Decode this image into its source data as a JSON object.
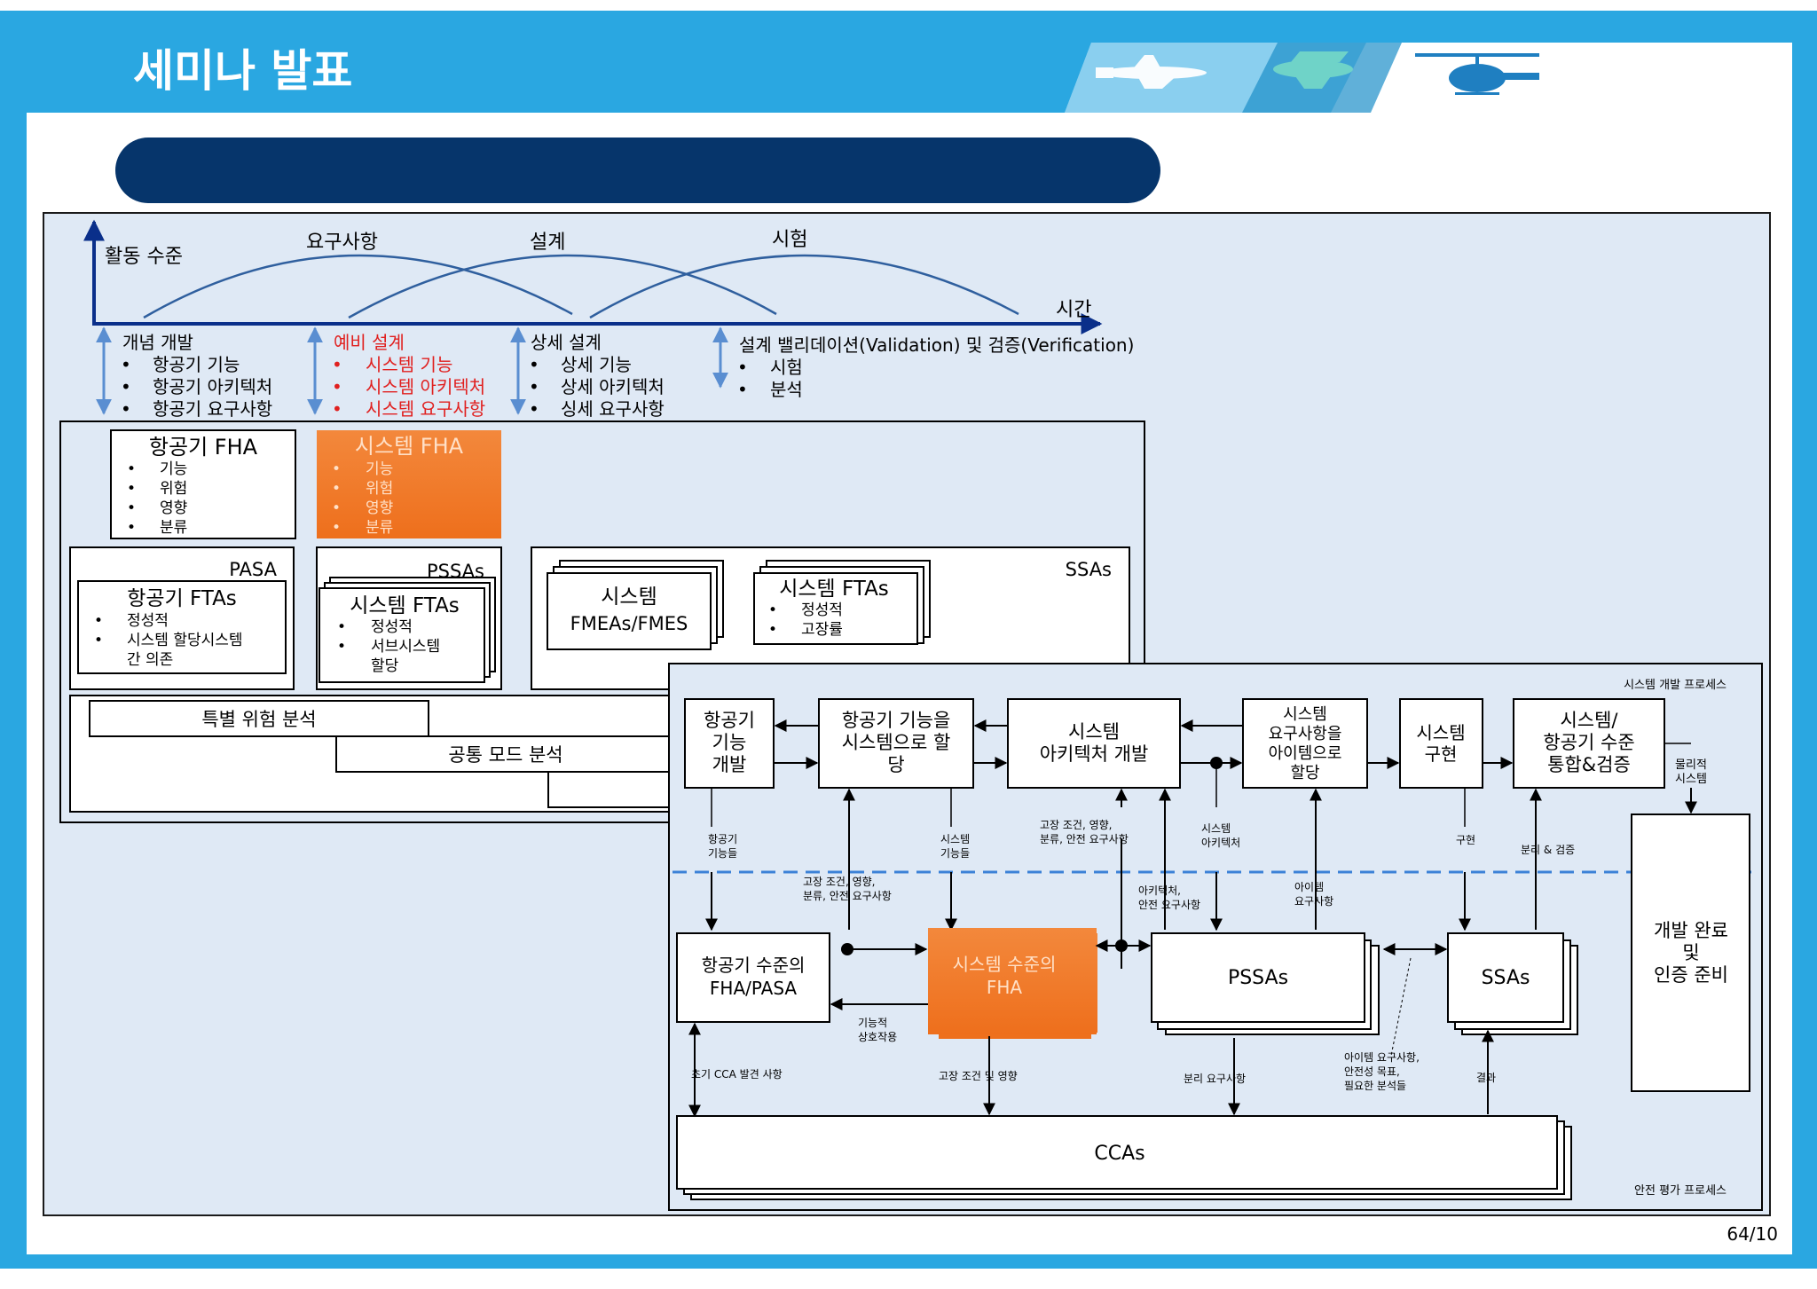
{
  "header": {
    "title": "세미나 발표"
  },
  "page_number": "64/10",
  "timeline": {
    "y_axis_label": "활동 수준",
    "x_axis_label": "시간",
    "curves": [
      "요구사항",
      "설계",
      "시험"
    ],
    "phases": [
      {
        "title": "개념 개발",
        "items": [
          "항공기 기능",
          "항공기 아키텍처",
          "항공기 요구사항"
        ]
      },
      {
        "title": "예비 설계",
        "items": [
          "시스템 기능",
          "시스템 아키텍처",
          "시스템 요구사항"
        ]
      },
      {
        "title": "상세 설계",
        "items": [
          "상세 기능",
          "상세 아키텍처",
          "싱세 요구사항"
        ]
      },
      {
        "title": "설계 밸리데이션(Validation) 및 검증(Verification)",
        "items": [
          "시험",
          "분석"
        ]
      }
    ]
  },
  "left_panel": {
    "aircraft_fha": {
      "title": "항공기 FHA",
      "items": [
        "기능",
        "위험",
        "영향",
        "분류"
      ]
    },
    "system_fha": {
      "title": "시스템 FHA",
      "items": [
        "기능",
        "위험",
        "영향",
        "분류"
      ]
    },
    "pasa": {
      "label": "PASA",
      "title": "항공기 FTAs",
      "items": [
        "정성적",
        "시스템 할당시스템 간 의존"
      ]
    },
    "pssas": {
      "label": "PSSAs",
      "title": "시스템 FTAs",
      "items": [
        "정성적",
        "서브시스템 할당"
      ]
    },
    "ssas": {
      "label": "SSAs",
      "fmea_title": "시스템 FMEAs/FMES",
      "fta_title": "시스템 FTAs",
      "fta_items": [
        "정성적",
        "고장률"
      ]
    },
    "special_risk": "특별 위험 분석",
    "common_mode": "공통 모드 분석"
  },
  "process": {
    "dev_process_label": "시스템 개발 프로세스",
    "safety_process_label": "안전 평가 프로세스",
    "top_boxes": [
      "항공기 기능 개발",
      "항공기 기능을 시스템으로 할당",
      "시스템 아키텍처 개발",
      "시스템 요구사항을 아이템으로 할당",
      "시스템 구현",
      "시스템/ 항공기 수준 통합&검증"
    ],
    "physical_system": "물리적 시스템",
    "completion_box": "개발 완료 및 인증 준비",
    "bottom_boxes": {
      "aircraft_fha_pasa": "항공기 수준의 FHA/PASA",
      "system_fha": "시스템 수준의 FHA",
      "pssas": "PSSAs",
      "ssas": "SSAs",
      "ccas": "CCAs"
    },
    "labels": {
      "aircraft_functions": "항공기 기능들",
      "system_functions": "시스템 기능들",
      "failure_cond_top": "고장 조건, 영향, 분류, 안전 요구사항",
      "system_arch": "시스템 아키텍처",
      "implementation": "구현",
      "separation_verif": "분리 & 검증",
      "failure_cond_mid": "고장 조건, 영향, 분류, 안전 요구사항",
      "arch_safety_req": "아키텍처, 안전 요구사항",
      "item_req": "아이템 요구사항",
      "functional_interaction": "기능적 상호작용",
      "early_cca": "초기 CCA 발견 사항",
      "failure_effects": "고장 조건 및 영향",
      "separation_req": "분리 요구사항",
      "item_req_safety": "아이템 요구사항, 안전성 목표, 필요한 분석들",
      "results": "결과"
    }
  },
  "colors": {
    "frame_blue": "#2aa7e1",
    "banner_navy": "#06356b",
    "panel_bg": "#dfe9f5",
    "orange": "#f07a2a",
    "red_text": "#e0201f",
    "arrow_blue": "#5a8ed1"
  }
}
